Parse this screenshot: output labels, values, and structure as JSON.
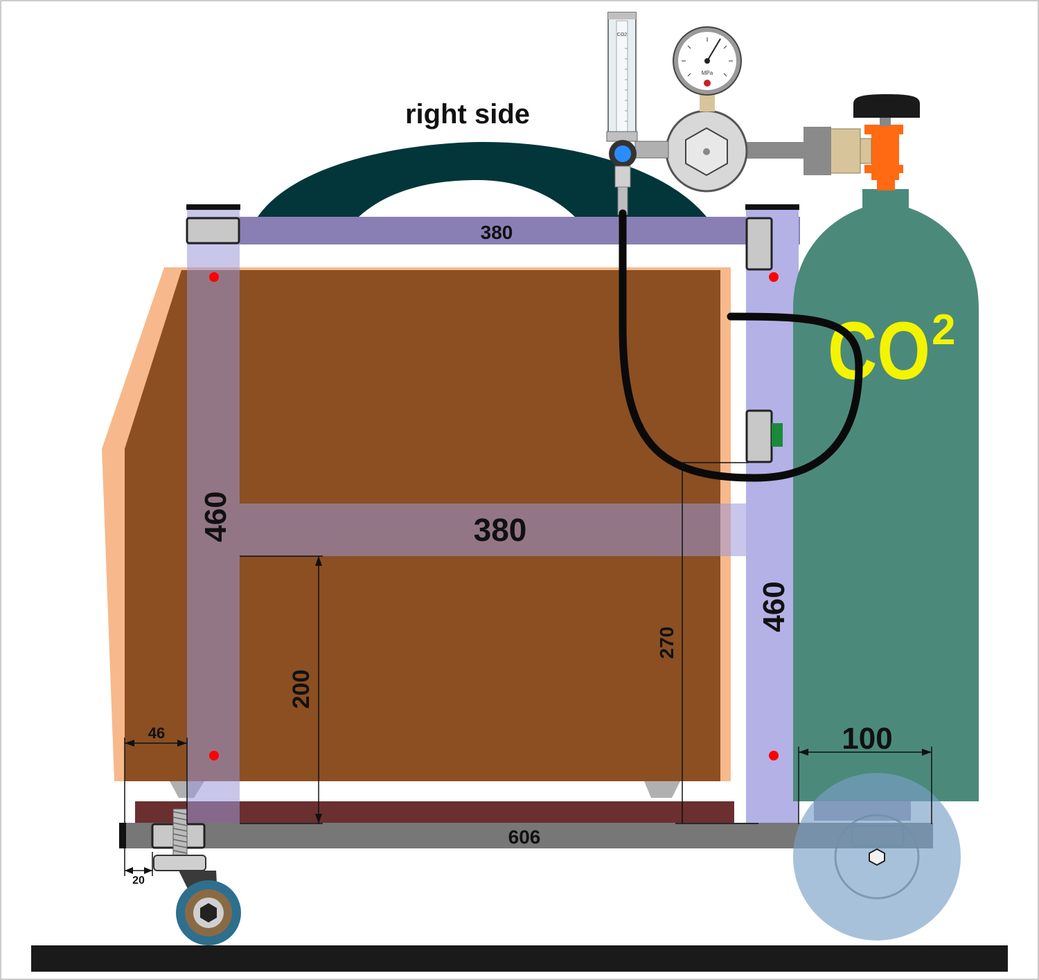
{
  "title": "right side",
  "cylinder_label": {
    "main": "CO",
    "superscript": "2"
  },
  "flowmeter_label": "CO2",
  "gauge_unit": "MPa",
  "dimensions": {
    "top_rail": "380",
    "middle_rail": "380",
    "left_post": "460",
    "right_post": "460",
    "shelf_height": "200",
    "hose_drop": "270",
    "overhang": "46",
    "wheel_offset": "20",
    "base_length": "606",
    "cylinder_space": "100"
  },
  "colors": {
    "welder_body": "#8b4f22",
    "welder_panel": "#f7b98b",
    "frame": "#8a7fb4",
    "frame_translucent": "#9a98d8",
    "handle": "#02363a",
    "cylinder": "#4b8a7a",
    "cylinder_text": "#f4f400",
    "valve": "#ff6a13",
    "base_bar": "#777777",
    "shelf": "#6b2f2f",
    "floor": "#1a1a1a",
    "bolt_marker": "#ff0000"
  }
}
